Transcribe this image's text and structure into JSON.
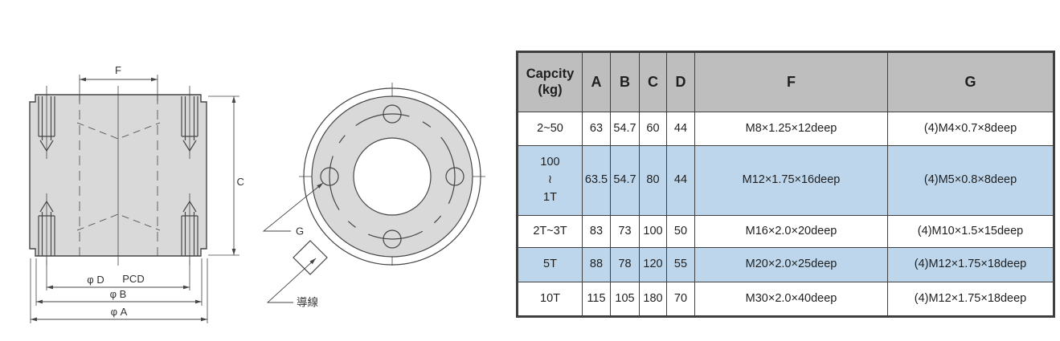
{
  "drawing": {
    "side_view": {
      "dim_f": "F",
      "dim_c": "C",
      "dim_d": "φ D",
      "dim_pcd": "PCD",
      "dim_b": "φ B",
      "dim_a": "φ A"
    },
    "top_view": {
      "dim_g": "G",
      "cable_label": "導線"
    },
    "colors": {
      "line": "#454545",
      "body_fill": "#d9d9d9"
    }
  },
  "table": {
    "columns": [
      "Capcity\n(kg)",
      "A",
      "B",
      "C",
      "D",
      "F",
      "G"
    ],
    "rows": [
      {
        "capacity": "2~50",
        "a": "63",
        "b": "54.7",
        "c": "60",
        "d": "44",
        "f": "M8×1.25×12deep",
        "g": "(4)M4×0.7×8deep"
      },
      {
        "capacity": "100\n≀\n1T",
        "a": "63.5",
        "b": "54.7",
        "c": "80",
        "d": "44",
        "f": "M12×1.75×16deep",
        "g": "(4)M5×0.8×8deep"
      },
      {
        "capacity": "2T~3T",
        "a": "83",
        "b": "73",
        "c": "100",
        "d": "50",
        "f": "M16×2.0×20deep",
        "g": "(4)M10×1.5×15deep"
      },
      {
        "capacity": "5T",
        "a": "88",
        "b": "78",
        "c": "120",
        "d": "55",
        "f": "M20×2.0×25deep",
        "g": "(4)M12×1.75×18deep"
      },
      {
        "capacity": "10T",
        "a": "115",
        "b": "105",
        "c": "180",
        "d": "70",
        "f": "M30×2.0×40deep",
        "g": "(4)M12×1.75×18deep"
      }
    ],
    "colors": {
      "header_bg": "#bebebe",
      "row_highlight": "#bdd6ec",
      "border": "#3f3f3f"
    }
  }
}
